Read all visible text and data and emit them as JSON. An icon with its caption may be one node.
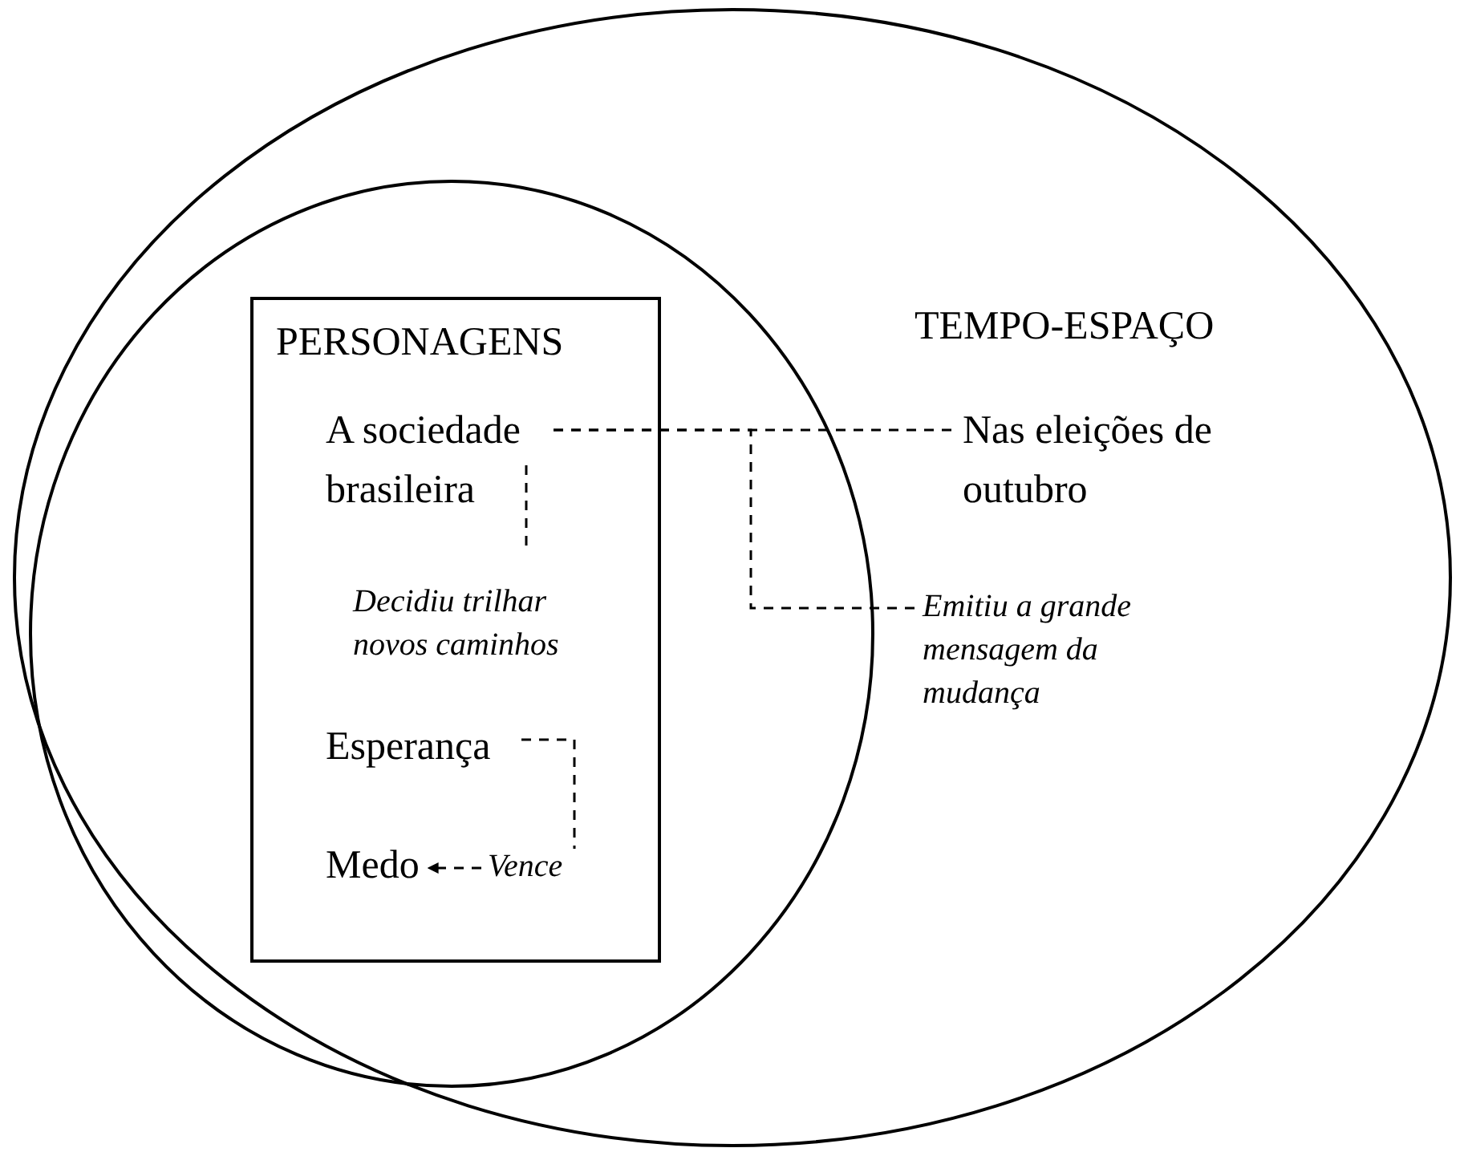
{
  "diagram": {
    "nodes": [
      {
        "text": [
          "TEMPO-ESPAÇO"
        ]
      },
      {
        "text": [],
        "shape": "circle",
        "in": 0
      },
      {
        "text": [
          "PERSONAGENS"
        ],
        "in": 1
      },
      {
        "text": [
          "A sociedade brasileira"
        ],
        "in": 2
      },
      {
        "text": [
          "Decidiu trilhar novos caminhos"
        ],
        "in": 2
      },
      {
        "text": [
          "Esperança"
        ],
        "in": 2
      },
      {
        "text": [
          "Medo"
        ],
        "in": 2
      },
      {
        "text": [
          "Vence"
        ],
        "in": 2
      },
      {
        "text": [
          "Nas eleições de outubro"
        ],
        "in": 0
      },
      {
        "text": [
          "Emitiu a grande mensagem da mudança"
        ],
        "in": 0
      }
    ],
    "edges": [
      {
        "from": 3,
        "to": 8,
        "arrow": "none",
        "style": "dashed"
      },
      {
        "from": 3,
        "to": 4,
        "arrow": "none",
        "style": "dashed"
      },
      {
        "from": 3,
        "to": 9,
        "arrow": "none",
        "style": "dashed"
      },
      {
        "from": 5,
        "to": 7,
        "arrow": "none",
        "style": "dashed"
      },
      {
        "from": 7,
        "to": 6,
        "arrow": "to",
        "style": "dashed"
      }
    ]
  }
}
